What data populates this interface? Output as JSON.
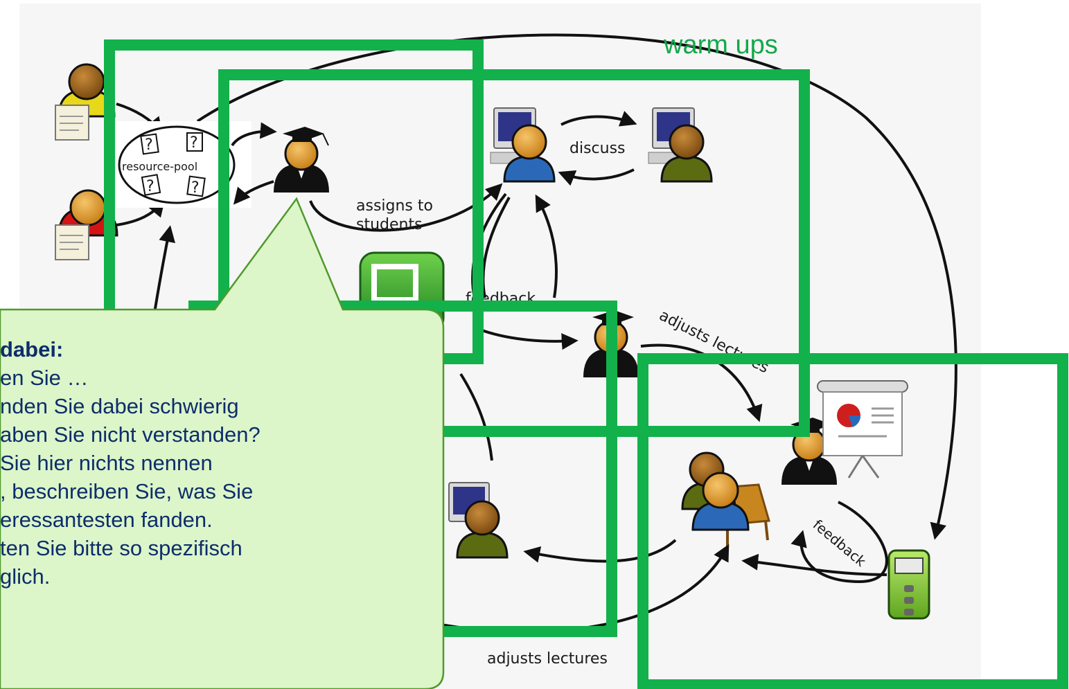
{
  "labels": {
    "warm_ups": "warm ups",
    "resource_pool": "resource-pool",
    "assigns": [
      "assigns to",
      "students"
    ],
    "discuss": "discuss",
    "feedback_top": "feedback",
    "adjusts_upper": "adjusts lectures",
    "adjusts_bottom": "adjusts lectures",
    "feedback_right": "feedback",
    "question_mark": "?"
  },
  "callout": {
    "lines": [
      "dabei:",
      "en Sie …",
      "nden Sie dabei schwierig",
      "aben Sie nicht verstanden?",
      "Sie hier nichts nennen",
      ", beschreiben Sie, was Sie",
      "eressantesten fanden.",
      "ten Sie bitte so spezifisch",
      "glich."
    ]
  },
  "colors": {
    "highlight_box": "#12b14b",
    "callout_fill": "#dcf5c9",
    "callout_border": "#4f9a2a",
    "callout_text": "#0d2d6b",
    "warm_ups_text": "#14a84a",
    "diagram_background": "#f6f6f6"
  },
  "icons": [
    "author-icon",
    "student-computer-icon",
    "teacher-icon",
    "presentation-icon",
    "clicker-icon",
    "app-icon",
    "group-icon"
  ]
}
